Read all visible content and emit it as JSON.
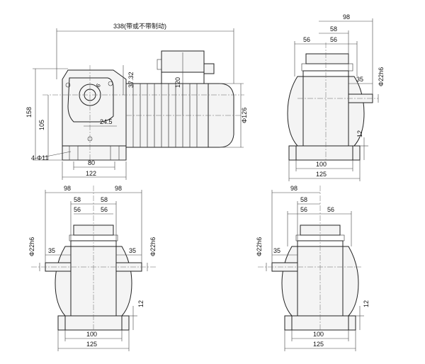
{
  "colors": {
    "line": "#222222",
    "background": "#ffffff"
  },
  "front_view": {
    "overall_length": "338(带或不带制动)",
    "height_total": "158",
    "height_axis": "105",
    "mount_holes": "4-Φ11",
    "base_inner": "80",
    "base_outer": "122",
    "shaft_offset": "37.32",
    "motor_height": "120",
    "motor_dia": "Φ126",
    "shaft_small": "6",
    "shaft_offset_b": "24.5"
  },
  "side_view": {
    "w98": "98",
    "w58": "58",
    "w56a": "56",
    "w56b": "56",
    "shaft_len": "35",
    "shaft_dia": "Φ22h6",
    "foot_height": "12",
    "base_inner": "100",
    "base_outer": "125"
  },
  "double_view": {
    "w98_left": "98",
    "w98_right": "98",
    "w58_left": "58",
    "w58_right": "58",
    "w56_left": "56",
    "w56_right": "56",
    "shaft_len_left": "35",
    "shaft_len_right": "35",
    "shaft_dia_left": "Φ22h6",
    "shaft_dia_right": "Φ22h6",
    "foot_height": "12",
    "base_inner": "100",
    "base_outer": "125"
  },
  "left_view": {
    "w98": "98",
    "w58": "58",
    "w56a": "56",
    "w56b": "56",
    "shaft_len": "35",
    "shaft_dia": "Φ22h6",
    "foot_height": "12",
    "base_inner": "100",
    "base_outer": "125"
  }
}
